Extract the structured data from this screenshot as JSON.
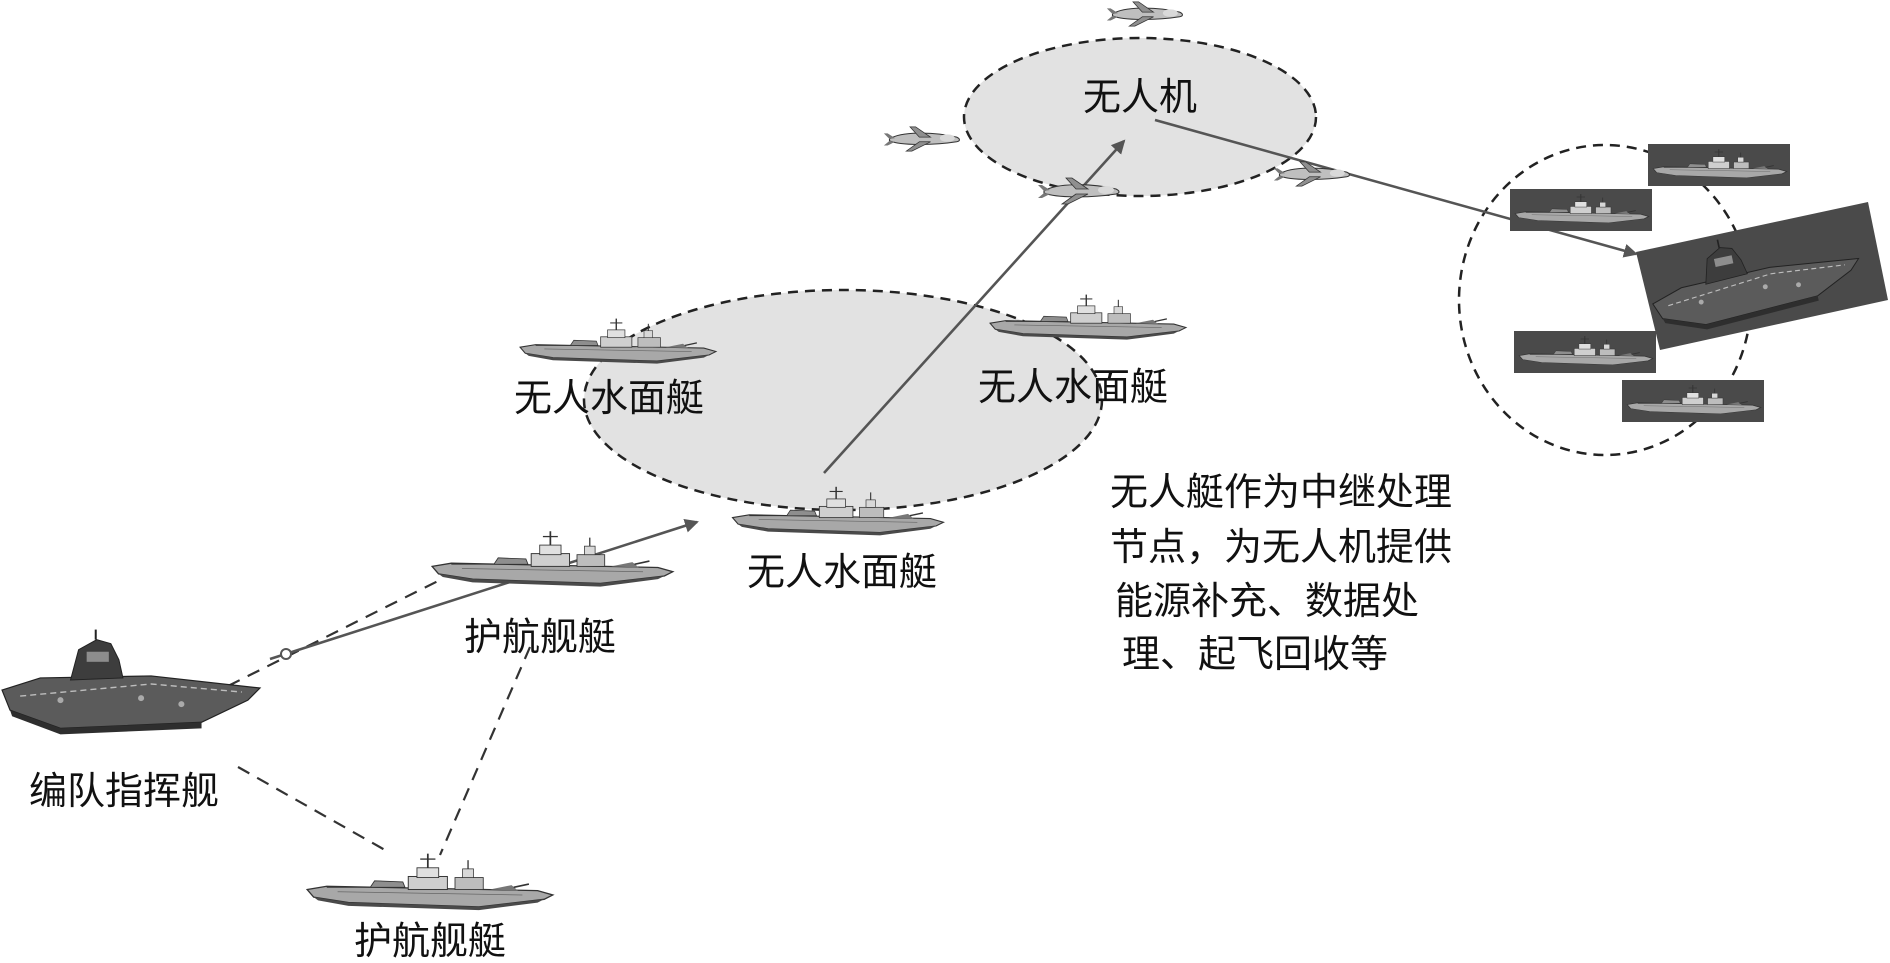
{
  "labels": {
    "uav": "无人机",
    "usv_left": "无人水面艇",
    "usv_right": "无人水面艇",
    "usv_center": "无人水面艇",
    "escort_upper": "护航舰艇",
    "escort_lower": "护航舰艇",
    "command_ship": "编队指挥舰"
  },
  "note_lines": [
    "无人艇作为中继处理",
    "节点，为无人机提供",
    "能源补充、数据处",
    "理、起飞回收等"
  ],
  "colors": {
    "ellipse_fill": "#e2e2e2",
    "ellipse_stroke": "#222222",
    "arrow": "#555555",
    "dark_panel": "#4a4a4a",
    "ship_hull": "#9a9a9a",
    "ship_dark": "#3a3a3a"
  },
  "icons": {
    "uav": "uav-drone-icon",
    "usv": "warship-icon",
    "carrier": "aircraft-carrier-icon"
  }
}
